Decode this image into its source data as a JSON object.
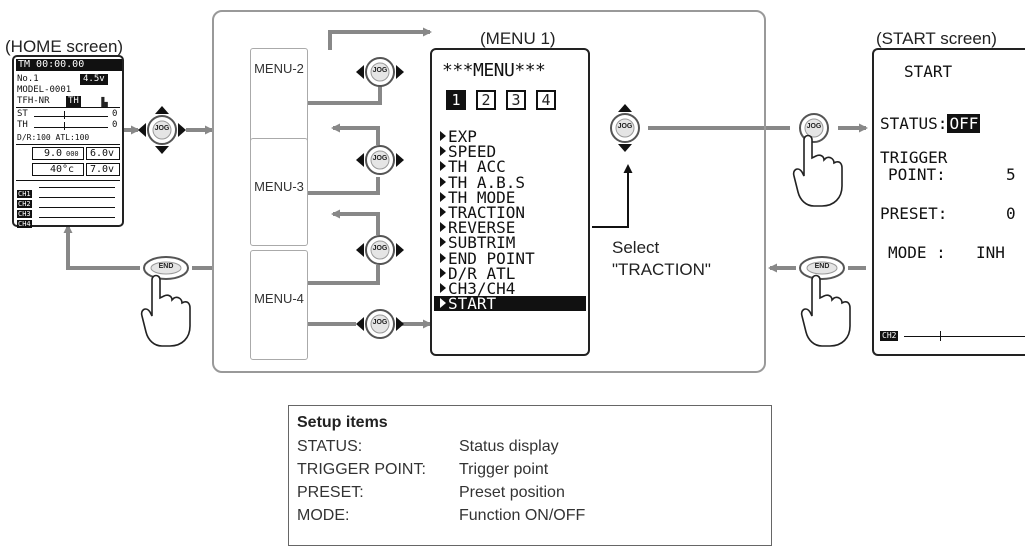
{
  "captions": {
    "home": "(HOME screen)",
    "menu1": "(MENU 1)",
    "start": "(START screen)",
    "select_line1": "Select",
    "select_line2": "\"TRACTION\""
  },
  "home_screen": {
    "timer": "TM 00:00.00",
    "model_no": "No.1",
    "voltage": "4.5v",
    "model_name": "MODEL-0001",
    "mode_line": "TFH-NR",
    "mode_badge": "TH",
    "st_label": "ST",
    "st_value": "0",
    "th_label": "TH",
    "th_value": "0",
    "dr_line": "D/R:100 ATL:100",
    "time_value": "9.0",
    "time_unit": "000",
    "volt_value": "6.0v",
    "temp_value": "40°c",
    "volt2_value": "7.0v",
    "channels": [
      "CH1",
      "CH2",
      "CH3",
      "CH4"
    ]
  },
  "side_menus": [
    "MENU-2",
    "MENU-3",
    "MENU-4"
  ],
  "menu1": {
    "header": "***MENU***",
    "pages": [
      "1",
      "2",
      "3",
      "4"
    ],
    "active_page": "1",
    "items": [
      "EXP",
      "SPEED",
      "TH ACC",
      "TH A.B.S",
      "TH MODE",
      "TRACTION",
      "REVERSE",
      "SUBTRIM",
      "END POINT",
      "D/R ATL",
      "CH3/CH4",
      "START"
    ],
    "selected_item": "START"
  },
  "start_screen": {
    "title": "START",
    "status_label": "STATUS:",
    "status_value": "OFF",
    "trigger_label_1": "TRIGGER",
    "trigger_label_2": "POINT:",
    "trigger_value": "5",
    "preset_label": "PRESET:",
    "preset_value": "0",
    "mode_label": "MODE :",
    "mode_value": "INH",
    "channel": "CH2"
  },
  "buttons": {
    "jog": "JOG",
    "end": "END"
  },
  "setup": {
    "title": "Setup items",
    "rows": [
      {
        "key": "STATUS:",
        "value": "Status display"
      },
      {
        "key": "TRIGGER POINT:",
        "value": "Trigger point"
      },
      {
        "key": "PRESET:",
        "value": "Preset position"
      },
      {
        "key": "MODE:",
        "value": "Function ON/OFF"
      }
    ]
  }
}
